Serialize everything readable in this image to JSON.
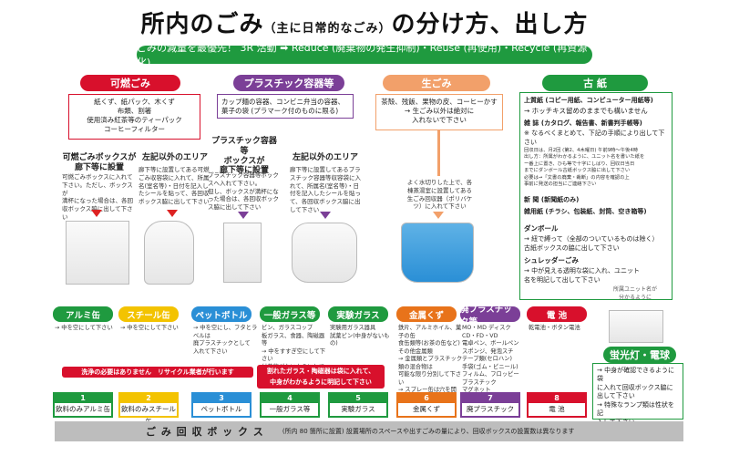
{
  "title_main_1": "所内のごみ",
  "title_small": "（主に日常的なごみ）",
  "title_main_2": "の分け方、出し方",
  "banner": "ごみの減量を最優先！ 3R 活動 ➡ Reduce (廃棄物の発生抑制)・Reuse (再使用)・Recycle (再資源化)",
  "colors": {
    "burnable": "#d8102c",
    "plastic": "#7b3f97",
    "kitchen": "#f2a06a",
    "paper": "#1f9a3f"
  },
  "burnable": {
    "label": "可燃ごみ",
    "items": "紙くず、紙パック、木くず\n布類、割箸\n使用済み紅茶等のティーパック\nコーヒーフィルター",
    "left_title": "可燃ごみボックスが\n廊下等に設置",
    "left_text": "可燃ごみボックスに入れて\n下さい。ただし、ボックスが\n満杯になった場合は、各回\n収ボックス脇に出して下さい",
    "right_title": "左記以外のエリア",
    "right_text": "廊下等に設置してある可燃\nごみ収容袋に入れて、所属\n名(室名等)・日付を記入し\nたシールを貼って、各回収\nボックス脇に出して下さい"
  },
  "plastic": {
    "label": "プラスチック容器等",
    "items": "カップ麺の容器、コンビニ弁当の容器、\n菓子の袋 (プラマーク付のものに限る)",
    "left_title": "プラスチック容器等\nボックスが\n廊下等に設置",
    "left_text": "プラスチック容器等ボック\nスへ入れて下さい。\n但し、ボックスが満杯にな\nった場合は、各回収ボック\nス脇に出して下さい",
    "right_title": "左記以外のエリア",
    "right_text": "廊下等に設置してあるプラ\nスチック容器等収容袋に入\nれて、所属名(室名等)・日\n付を記入したシールを貼っ\nて、各回収ボックス脇に出\nして下さい"
  },
  "kitchen": {
    "label": "生ごみ",
    "items": "茶殻、残飯、果物の皮、コーヒーかす\n→ 生ごみ以外は絶対に\n入れないで下さい",
    "text": "よく水切りした上で、各\n棟蒸湯室に設置してある\n生ごみ回収器（ポリバケ\nツ）に入れて下さい"
  },
  "paper": {
    "label": "古 紙",
    "s1": "上質紙 (コピー用紙、コンピューター用紙等)",
    "s1a": "→ ホッチキス留めのままでも構いません",
    "s2": "雑 誌 (カタログ、報告書、新書判手帳等)",
    "s2a": "※ なるべくまとめて、下記の手順により出して下さい",
    "s2b": "回収日は、月2回 (第2、4木曜日) 午前9時～午後4時\n出し方：所属がわかるように、ユニット名を書いた紙を\nー番上に置き、ひも等で十字にしばり、回収日当日\nまでにダンボール古紙ボックス脇に出して下さい\n必要は→「文書の廃棄・裁断」の内容を確認の上\n  事前に発送の担当にご連絡下さい",
    "s3": "新 聞 (新聞紙のみ)",
    "s4": "雑用紙 (チラシ、包装紙、封筒、空き箱等)",
    "s5": "ダンボール",
    "s5a": "→ 紐で縛って（全部のついているものは除く）\n古紙ボックスの脇に出して下さい",
    "s6": "シュレッダーごみ",
    "s6a": "→ 中が見える透明な袋に入れ、ユニット\n名を明記して出して下さい"
  },
  "categories": [
    {
      "label": "アルミ缶",
      "color": "#1f9a3f",
      "note": "→ 中を空にして下さい"
    },
    {
      "label": "スチール缶",
      "color": "#f3c300",
      "note": "→ 中を空にして下さい"
    },
    {
      "label": "ペットボトル",
      "color": "#2a8fd6",
      "note": "→ 中を空にし、フタとラベルは\n  廃プラスチックとして\n  入れて下さい"
    },
    {
      "label": "一般ガラス等",
      "color": "#1f9a3f",
      "note": "ビン、ガラスコップ\n板ガラス、食器、陶磁器等\n→ 中をすすぎ空にして下さい\n  付着物がないようにして下さい"
    },
    {
      "label": "実験ガラス",
      "color": "#1f9a3f",
      "note": "実験用ガラス器具\n試薬ビン(中身がないもの)"
    },
    {
      "label": "金属くず",
      "color": "#e8731a",
      "note": "鉄片、アルミホイル、菓子の缶\n食缶類等(お茶の缶など)\nその他金属類\n→ 金属類とプラスチック類の混合物は\n  可能な限り分別して下さい\n→ スプレー缶は穴を開け、中を空に"
    },
    {
      "label": "廃プラスチック等",
      "color": "#7b3f97",
      "note": "MO・MD ディスク\nCD・FD・VD\n電卓ペン、ボールペン\nスポンジ、発泡スチ\nテープ類(セロハン)\n手袋(ゴム・ビニール)\nフィルム、フロッピー\nプラスチック\nマグネット\n使用済みライター等"
    },
    {
      "label": "電 池",
      "color": "#d8102c",
      "note": "乾電池・ボタン電池"
    }
  ],
  "bins": [
    "飲料のみアルミ缶",
    "飲料のみスチール缶",
    "ペットボトル",
    "一般ガラス等",
    "実験ガラス",
    "金属くず",
    "廃プラスチック",
    "電 池"
  ],
  "bin_nums": [
    "1",
    "2",
    "3",
    "4",
    "5",
    "6",
    "7",
    "8"
  ],
  "red_note_1": "洗浄の必要はありません　リサイクル業者が行います",
  "red_note_2": "割れたガラス・陶磁器は袋に入れて、\n中身がわかるように明記して下さい",
  "bulb": {
    "label": "蛍光灯・電球",
    "text": "→ 中身が確認できるように袋\nに入れて回収ボックス脇に\n出して下さい\n→ 特殊なランプ類は性状を記\n入して下さい"
  },
  "box_label": "所属ユニット名が\n分かるように",
  "footer_title": "ご み 回 収 ボ ッ ク ス",
  "footer_note": "(所内 80 箇所に設置) 設置場所のスペースや出すごみの量により、回収ボックスの設置数は異なります"
}
